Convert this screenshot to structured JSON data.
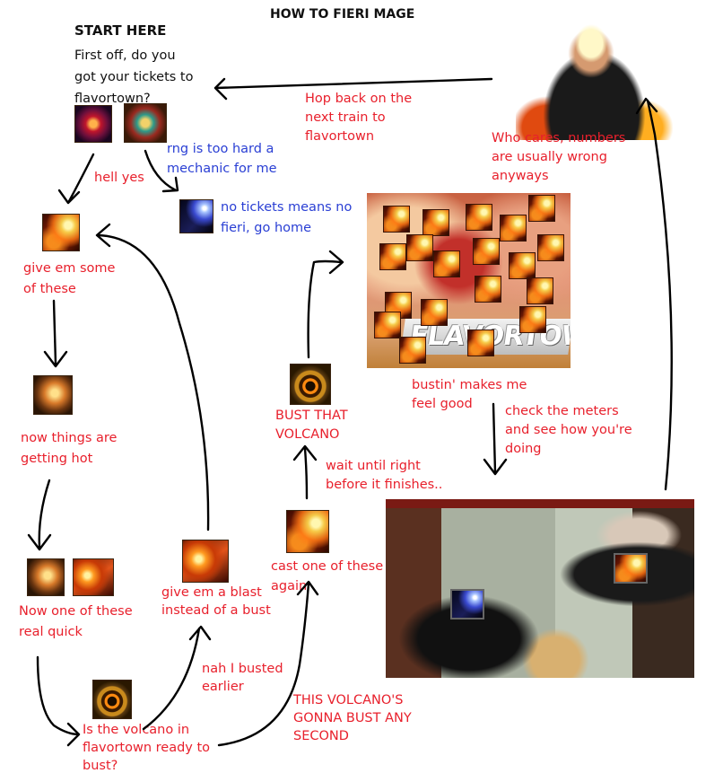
{
  "title": "HOW TO FIERI MAGE",
  "start": {
    "heading": "START HERE",
    "question": "First off, do you\ngot your tickets to\nflavortown?"
  },
  "labels": {
    "hell_yes": "hell yes",
    "rng": "rng is too hard a\nmechanic for me",
    "no_tickets": "no tickets means no\nfieri, go home",
    "give_em_some": "give em some\nof these",
    "getting_hot": "now things are\ngetting hot",
    "now_one": "Now one of these\nreal quick",
    "volcano_ready": "Is the volcano in\nflavortown ready to\nbust?",
    "nah_busted": "nah I busted\nearlier",
    "give_blast": "give em a blast\ninstead of a bust",
    "this_volcano": "THIS VOLCANO'S\nGONNA BUST ANY\nSECOND",
    "cast_one": "cast one of these\nagain",
    "wait_until": "wait until right\nbefore it finishes..",
    "bust_volcano": "BUST THAT\nVOLCANO",
    "bustin": "bustin' makes me\nfeel good",
    "check_meters": "check the meters\nand see how you're\ndoing",
    "who_cares": "Who cares, numbers\nare usually wrong\nanyways",
    "hop_back": "Hop back on the\nnext train to\nflavortown"
  },
  "images": {
    "collage_banner": "FLAVORTOWN"
  },
  "icons": [
    "red-book-icon",
    "gear-book-icon",
    "arcane-shard-icon",
    "fireball-icon",
    "hot-streak-icon",
    "fire-blast-icon",
    "flamestrike-icon",
    "volcano-seal-icon"
  ],
  "colors": {
    "red_text": "#e8202c",
    "blue_text": "#2a3fd4",
    "black_text": "#111111"
  }
}
